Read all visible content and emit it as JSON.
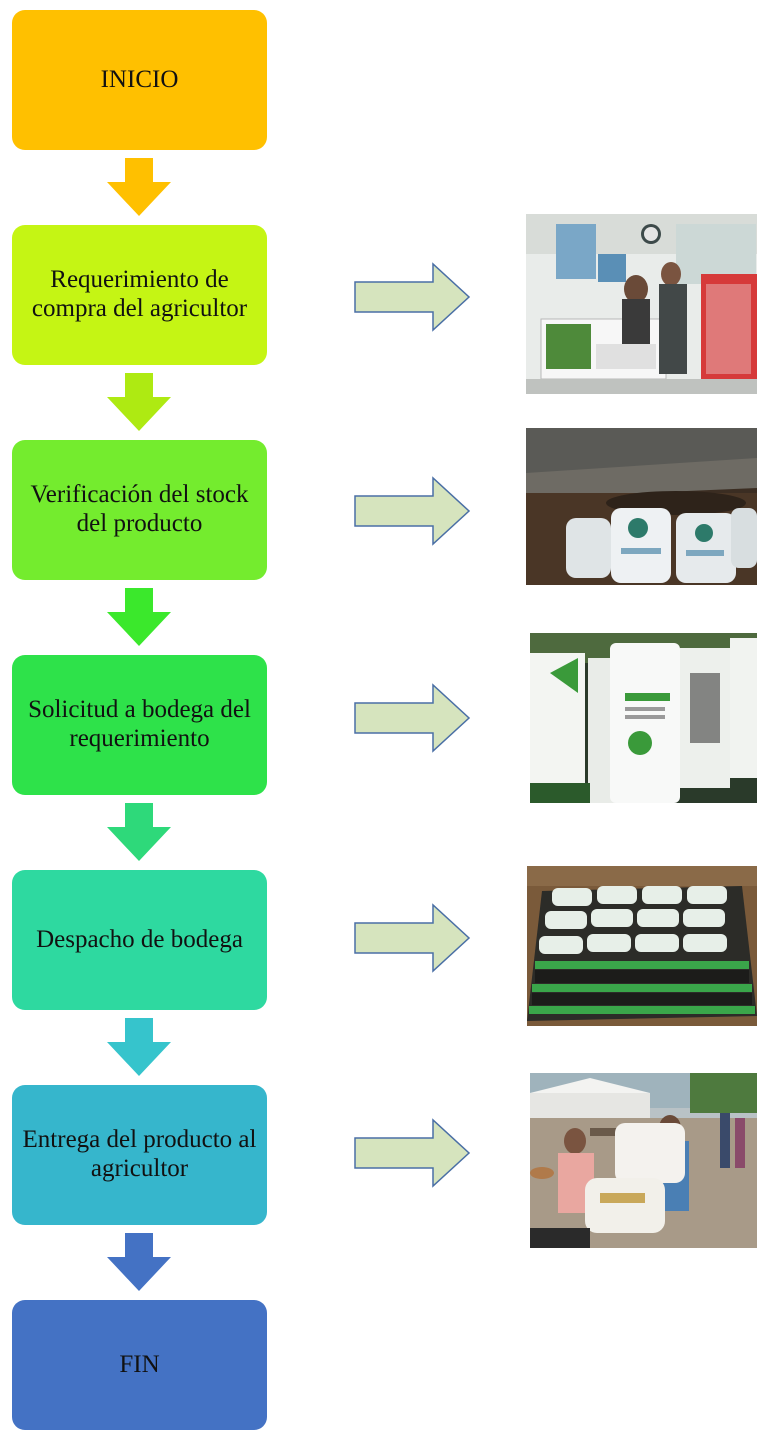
{
  "steps": [
    {
      "label": "INICIO",
      "color": "#FFC000"
    },
    {
      "label": "Requerimiento de compra del agricultor",
      "color": "#C5F514"
    },
    {
      "label": "Verificación del stock del producto",
      "color": "#74EC2E"
    },
    {
      "label": "Solicitud a bodega del requerimiento",
      "color": "#2EE24A"
    },
    {
      "label": "Despacho de bodega",
      "color": "#2ED9A0"
    },
    {
      "label": "Entrega del producto al agricultor",
      "color": "#36B6CC"
    },
    {
      "label": "FIN",
      "color": "#4472C4"
    }
  ],
  "down_arrow_colors": [
    "#FFC000",
    "#AEEA12",
    "#3BE82C",
    "#2ED97A",
    "#36C4CC",
    "#4472C4"
  ],
  "right_arrow": {
    "fill": "#D6E4BE",
    "stroke": "#4A6FA5"
  },
  "photos": [
    "store-counter-photo",
    "warehouse-sacks-photo",
    "fertilizer-bags-photo",
    "stacked-compost-bags-photo",
    "delivery-to-farmer-photo"
  ]
}
